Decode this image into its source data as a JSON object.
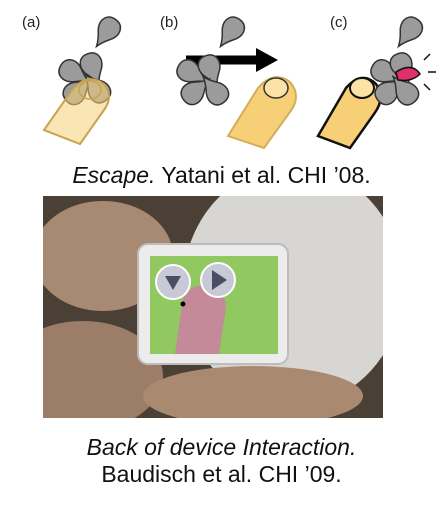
{
  "escape": {
    "panel_labels": [
      "(a)",
      "(b)",
      "(c)"
    ],
    "caption_italic": "Escape.",
    "caption_rest": " Yatani et al. CHI ’08."
  },
  "back_of_device": {
    "caption_line1": "Back of device Interaction.",
    "caption_line2": "Baudisch et al. CHI ’09."
  },
  "colors": {
    "target_gray": "#9b9b9b",
    "finger_yellow": "#f6cf77",
    "highlight_magenta": "#e0306a"
  }
}
